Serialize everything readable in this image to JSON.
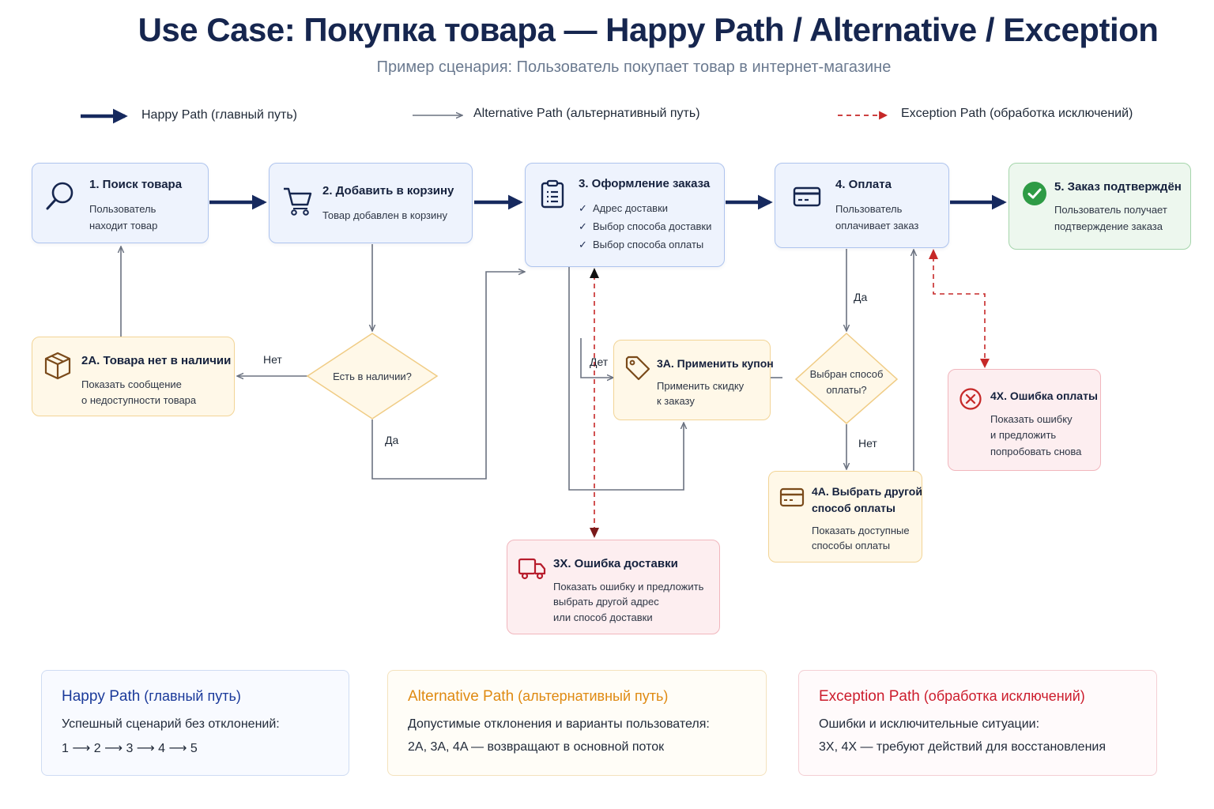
{
  "header": {
    "title": "Use Case: Покупка товара — Happy Path / Alternative / Exception",
    "subtitle": "Пример сценария: Пользователь покупает товар в интернет-магазине"
  },
  "legend": {
    "happy": "Happy Path (главный путь)",
    "alternative": "Alternative Path (альтернативный путь)",
    "exception": "Exception Path (обработка исключений)"
  },
  "colors": {
    "happy_arrow": "#16295e",
    "alt_arrow": "#6b7280",
    "exception_arrow": "#c62828",
    "happy_box": "#eef3fd",
    "success_box": "#edf7ee",
    "alt_box": "#fff8e8",
    "error_box": "#fdeef0"
  },
  "steps": {
    "s1": {
      "title": "1. Поиск товара",
      "line1": "Пользователь",
      "line2": "находит товар",
      "icon": "search-icon"
    },
    "s2": {
      "title": "2. Добавить в корзину",
      "line1": "Товар добавлен в корзину",
      "icon": "cart-icon"
    },
    "s3": {
      "title": "3. Оформление заказа",
      "items": [
        "Адрес доставки",
        "Выбор способа доставки",
        "Выбор способа оплаты"
      ],
      "icon": "clipboard-icon"
    },
    "s4": {
      "title": "4. Оплата",
      "line1": "Пользователь",
      "line2": "оплачивает заказ",
      "icon": "credit-card-icon"
    },
    "s5": {
      "title": "5. Заказ подтверждён",
      "line1": "Пользователь получает",
      "line2": "подтверждение заказа",
      "icon": "check-circle-icon"
    }
  },
  "alternatives": {
    "a2": {
      "title": "2A. Товара нет в наличии",
      "line1": "Показать сообщение",
      "line2": "о недоступности товара",
      "icon": "box-icon"
    },
    "a3": {
      "title": "3A. Применить купон",
      "line1": "Применить скидку",
      "line2": "к заказу",
      "icon": "tag-icon"
    },
    "a4": {
      "title1": "4A. Выбрать другой",
      "title2": "способ оплаты",
      "line1": "Показать доступные",
      "line2": "способы оплаты",
      "icon": "credit-card-icon"
    }
  },
  "exceptions": {
    "x3": {
      "title": "3X. Ошибка доставки",
      "line1": "Показать ошибку и предложить",
      "line2": "выбрать другой адрес",
      "line3": "или способ доставки",
      "icon": "truck-icon"
    },
    "x4": {
      "title": "4X. Ошибка оплаты",
      "line1": "Показать ошибку",
      "line2": "и предложить",
      "line3": "попробовать снова",
      "icon": "x-circle-icon"
    }
  },
  "decisions": {
    "d1": {
      "line1": "Есть в наличии?"
    },
    "d2": {
      "line1": "Выбран способ",
      "line2": "оплаты?"
    }
  },
  "edge_labels": {
    "no_stock": "Нет",
    "yes_stock": "Да",
    "det": "Дет",
    "yes_pay": "Да",
    "no_pay": "Нет"
  },
  "summary": {
    "happy": {
      "title_main": "Happy Path",
      "title_sub": " (главный путь)",
      "line1": "Успешный сценарий без отклонений:",
      "line2": "1 ⟶ 2 ⟶ 3 ⟶ 4 ⟶ 5"
    },
    "alternative": {
      "title_main": "Alternative Path",
      "title_sub": " (альтернативный путь)",
      "line1": "Допустимые отклонения и варианты пользователя:",
      "line2": "2A, 3A, 4A — возвращают в основной поток"
    },
    "exception": {
      "title_main": "Exception Path",
      "title_sub": " (обработка исключений)",
      "line1": "Ошибки и исключительные ситуации:",
      "line2": "3X, 4X — требуют действий для восстановления"
    }
  }
}
